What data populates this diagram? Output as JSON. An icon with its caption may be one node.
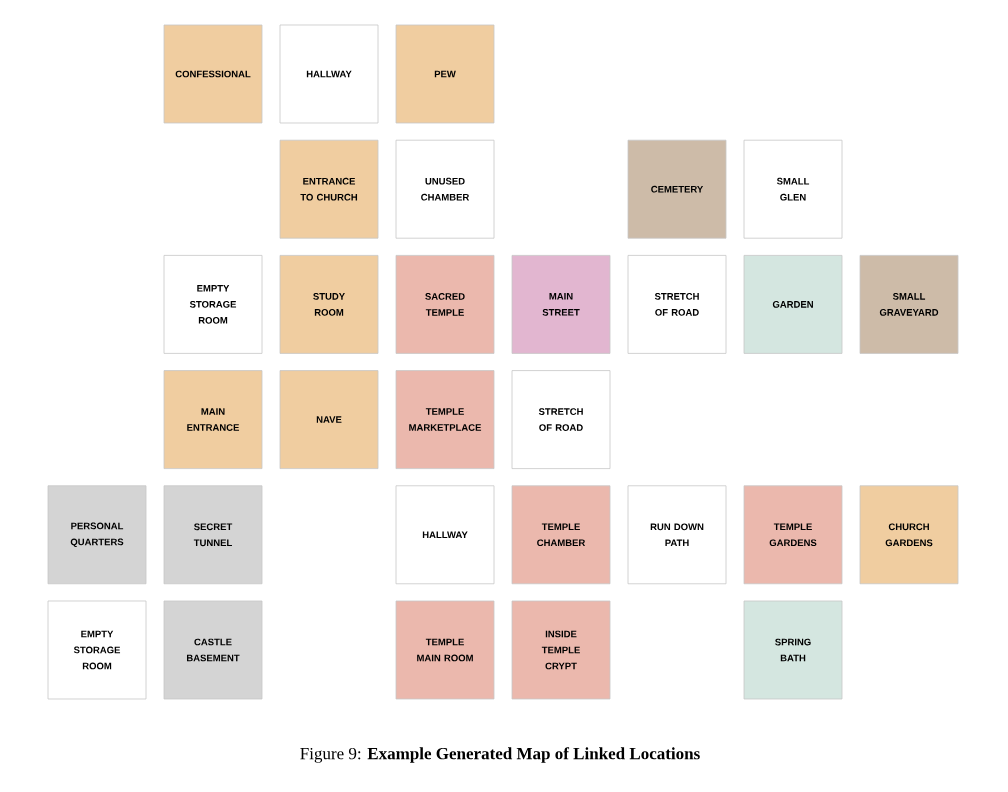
{
  "diagram": {
    "caption": "Figure 9: **Example Generated Map of Linked Locations**",
    "nodes": [
      {
        "text": [
          "CONFESSIONAL"
        ]
      },
      {
        "text": [
          "HALLWAY"
        ]
      },
      {
        "text": [
          "PEW"
        ]
      },
      {
        "text": [
          "ENTRANCE TO CHURCH"
        ]
      },
      {
        "text": [
          "UNUSED CHAMBER"
        ]
      },
      {
        "text": [
          "CEMETERY"
        ]
      },
      {
        "text": [
          "SMALL GLEN"
        ]
      },
      {
        "text": [
          "EMPTY STORAGE ROOM"
        ]
      },
      {
        "text": [
          "STUDY ROOM"
        ]
      },
      {
        "text": [
          "SACRED TEMPLE"
        ]
      },
      {
        "text": [
          "MAIN STREET"
        ]
      },
      {
        "text": [
          "STRETCH OF ROAD"
        ]
      },
      {
        "text": [
          "GARDEN"
        ]
      },
      {
        "text": [
          "SMALL GRAVEYARD"
        ]
      },
      {
        "text": [
          "MAIN ENTRANCE"
        ]
      },
      {
        "text": [
          "NAVE"
        ]
      },
      {
        "text": [
          "TEMPLE MARKETPLACE"
        ]
      },
      {
        "text": [
          "STRETCH OF ROAD"
        ]
      },
      {
        "text": [
          "PERSONAL QUARTERS"
        ]
      },
      {
        "text": [
          "SECRET TUNNEL"
        ]
      },
      {
        "text": [
          "HALLWAY"
        ]
      },
      {
        "text": [
          "TEMPLE CHAMBER"
        ]
      },
      {
        "text": [
          "RUN DOWN PATH"
        ]
      },
      {
        "text": [
          "TEMPLE GARDENS"
        ]
      },
      {
        "text": [
          "CHURCH GARDENS"
        ]
      },
      {
        "text": [
          "EMPTY STORAGE ROOM"
        ]
      },
      {
        "text": [
          "CASTLE BASEMENT"
        ]
      },
      {
        "text": [
          "TEMPLE MAIN ROOM"
        ]
      },
      {
        "text": [
          "INSIDE TEMPLE CRYPT"
        ]
      },
      {
        "text": [
          "SPRING BATH"
        ]
      }
    ]
  }
}
